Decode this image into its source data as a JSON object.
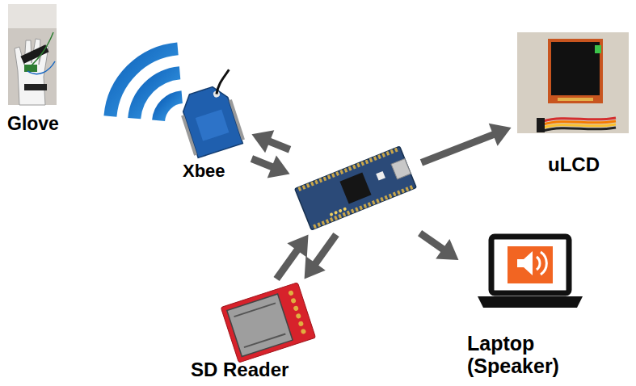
{
  "diagram": {
    "nodes": [
      {
        "text": [
          "Glove"
        ]
      },
      {
        "text": [
          "Xbee"
        ]
      },
      {
        "text": []
      },
      {
        "text": [
          "uLCD"
        ]
      },
      {
        "text": [
          "SD Reader"
        ]
      },
      {
        "text": [
          "Laptop (Speaker)"
        ]
      }
    ],
    "edges": [
      {
        "from": 2,
        "to": 1,
        "arrow": "to"
      },
      {
        "from": 1,
        "to": 2,
        "arrow": "to"
      },
      {
        "from": 2,
        "to": 3,
        "arrow": "to"
      },
      {
        "from": 2,
        "to": 5,
        "arrow": "to"
      },
      {
        "from": 4,
        "to": 2,
        "arrow": "to"
      },
      {
        "from": 2,
        "to": 4,
        "arrow": "to"
      }
    ]
  }
}
